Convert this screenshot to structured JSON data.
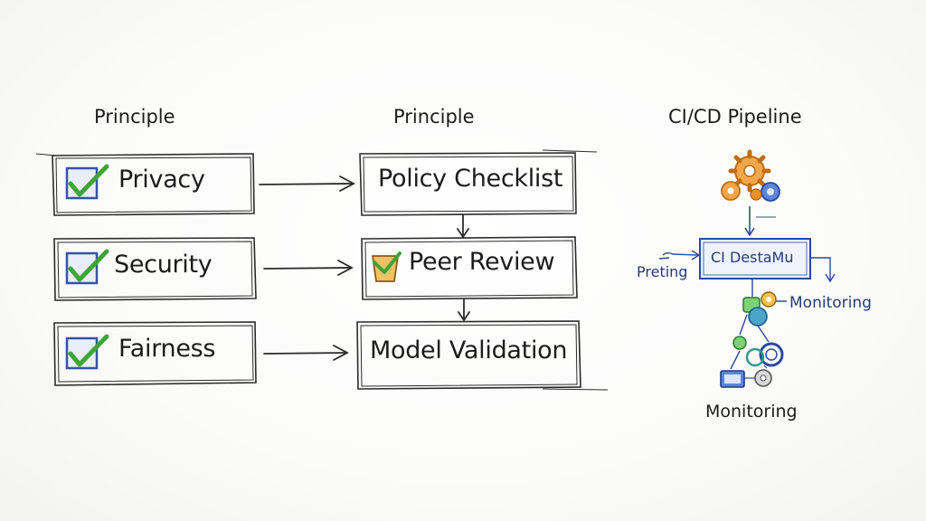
{
  "columns": {
    "left_heading": "Principle",
    "middle_heading": "Principle",
    "right_heading": "CI/CD Pipeline"
  },
  "principles": [
    {
      "label": "Privacy",
      "checked": true
    },
    {
      "label": "Security",
      "checked": true
    },
    {
      "label": "Fairness",
      "checked": true
    }
  ],
  "practices": [
    {
      "label": "Policy Checklist"
    },
    {
      "label": "Peer Review"
    },
    {
      "label": "Model Validation"
    }
  ],
  "pipeline": {
    "box_label": "CI DestaMu",
    "side_label": "Preting",
    "monitoring_right": "Monitoring",
    "monitoring_bottom": "Monitoring"
  },
  "colors": {
    "ink": "#1c1c1c",
    "check_green": "#3fa535",
    "checkbox_blue": "#3552a8",
    "gear_orange": "#e8912c",
    "pipeline_blue": "#2a4aa0",
    "teal": "#2e9a8a"
  }
}
